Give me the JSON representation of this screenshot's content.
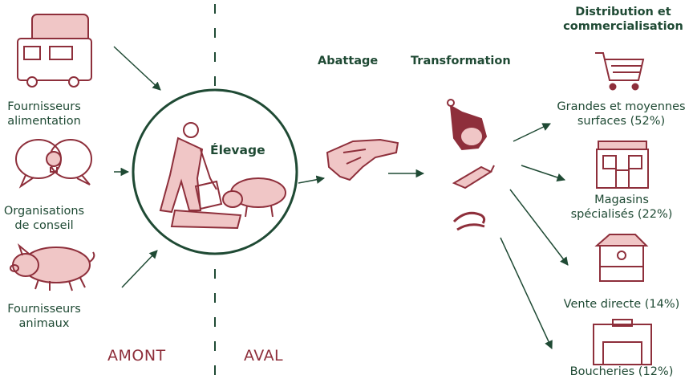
{
  "suppliers": [
    {
      "id": "feed",
      "label_line1": "Fournisseurs",
      "label_line2": "alimentation",
      "icon": "truck-icon"
    },
    {
      "id": "advice",
      "label_line1": "Organisations",
      "label_line2": "de conseil",
      "icon": "speech-bubbles-icon"
    },
    {
      "id": "animals",
      "label_line1": "Fournisseurs",
      "label_line2": "animaux",
      "icon": "pig-icon"
    }
  ],
  "center": {
    "label": "Élevage",
    "icon": "farmer-feeding-pig-icon"
  },
  "stages": {
    "slaughter": "Abattage",
    "processing": "Transformation",
    "distribution_line1": "Distribution et",
    "distribution_line2": "commercialisation"
  },
  "zones": {
    "upstream": "AMONT",
    "downstream": "AVAL"
  },
  "outlets": [
    {
      "id": "supermarkets",
      "line1": "Grandes et moyennes",
      "line2": "surfaces (52%)",
      "share": 52,
      "icon": "shopping-cart-icon"
    },
    {
      "id": "specialised",
      "line1": "Magasins",
      "line2": "spécialisés (22%)",
      "share": 22,
      "icon": "storefront-icon"
    },
    {
      "id": "direct",
      "line1": "Vente directe (14%)",
      "line2": "",
      "share": 14,
      "icon": "market-stall-icon"
    },
    {
      "id": "butchers",
      "line1": "Boucheries (12%)",
      "line2": "",
      "share": 12,
      "icon": "butcher-shop-icon"
    }
  ],
  "colors": {
    "green": "#1f4a34",
    "red": "#8e2f3b",
    "pink": "#f0c6c6"
  }
}
